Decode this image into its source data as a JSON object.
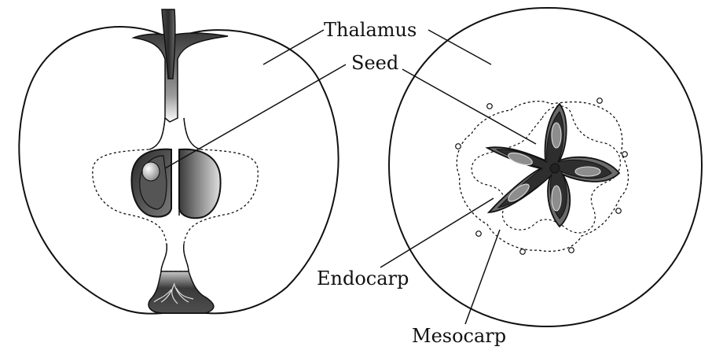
{
  "labels": {
    "thalamus": "Thalamus",
    "seed": "Seed",
    "endocarp": "Endocarp",
    "mesocarp": "Mesocarp"
  },
  "colors": {
    "outline": "#111111",
    "dark_tissue": "#3a3a3a",
    "mid_tissue": "#777777",
    "light_tissue": "#cfcfcf",
    "background": "#ffffff"
  }
}
